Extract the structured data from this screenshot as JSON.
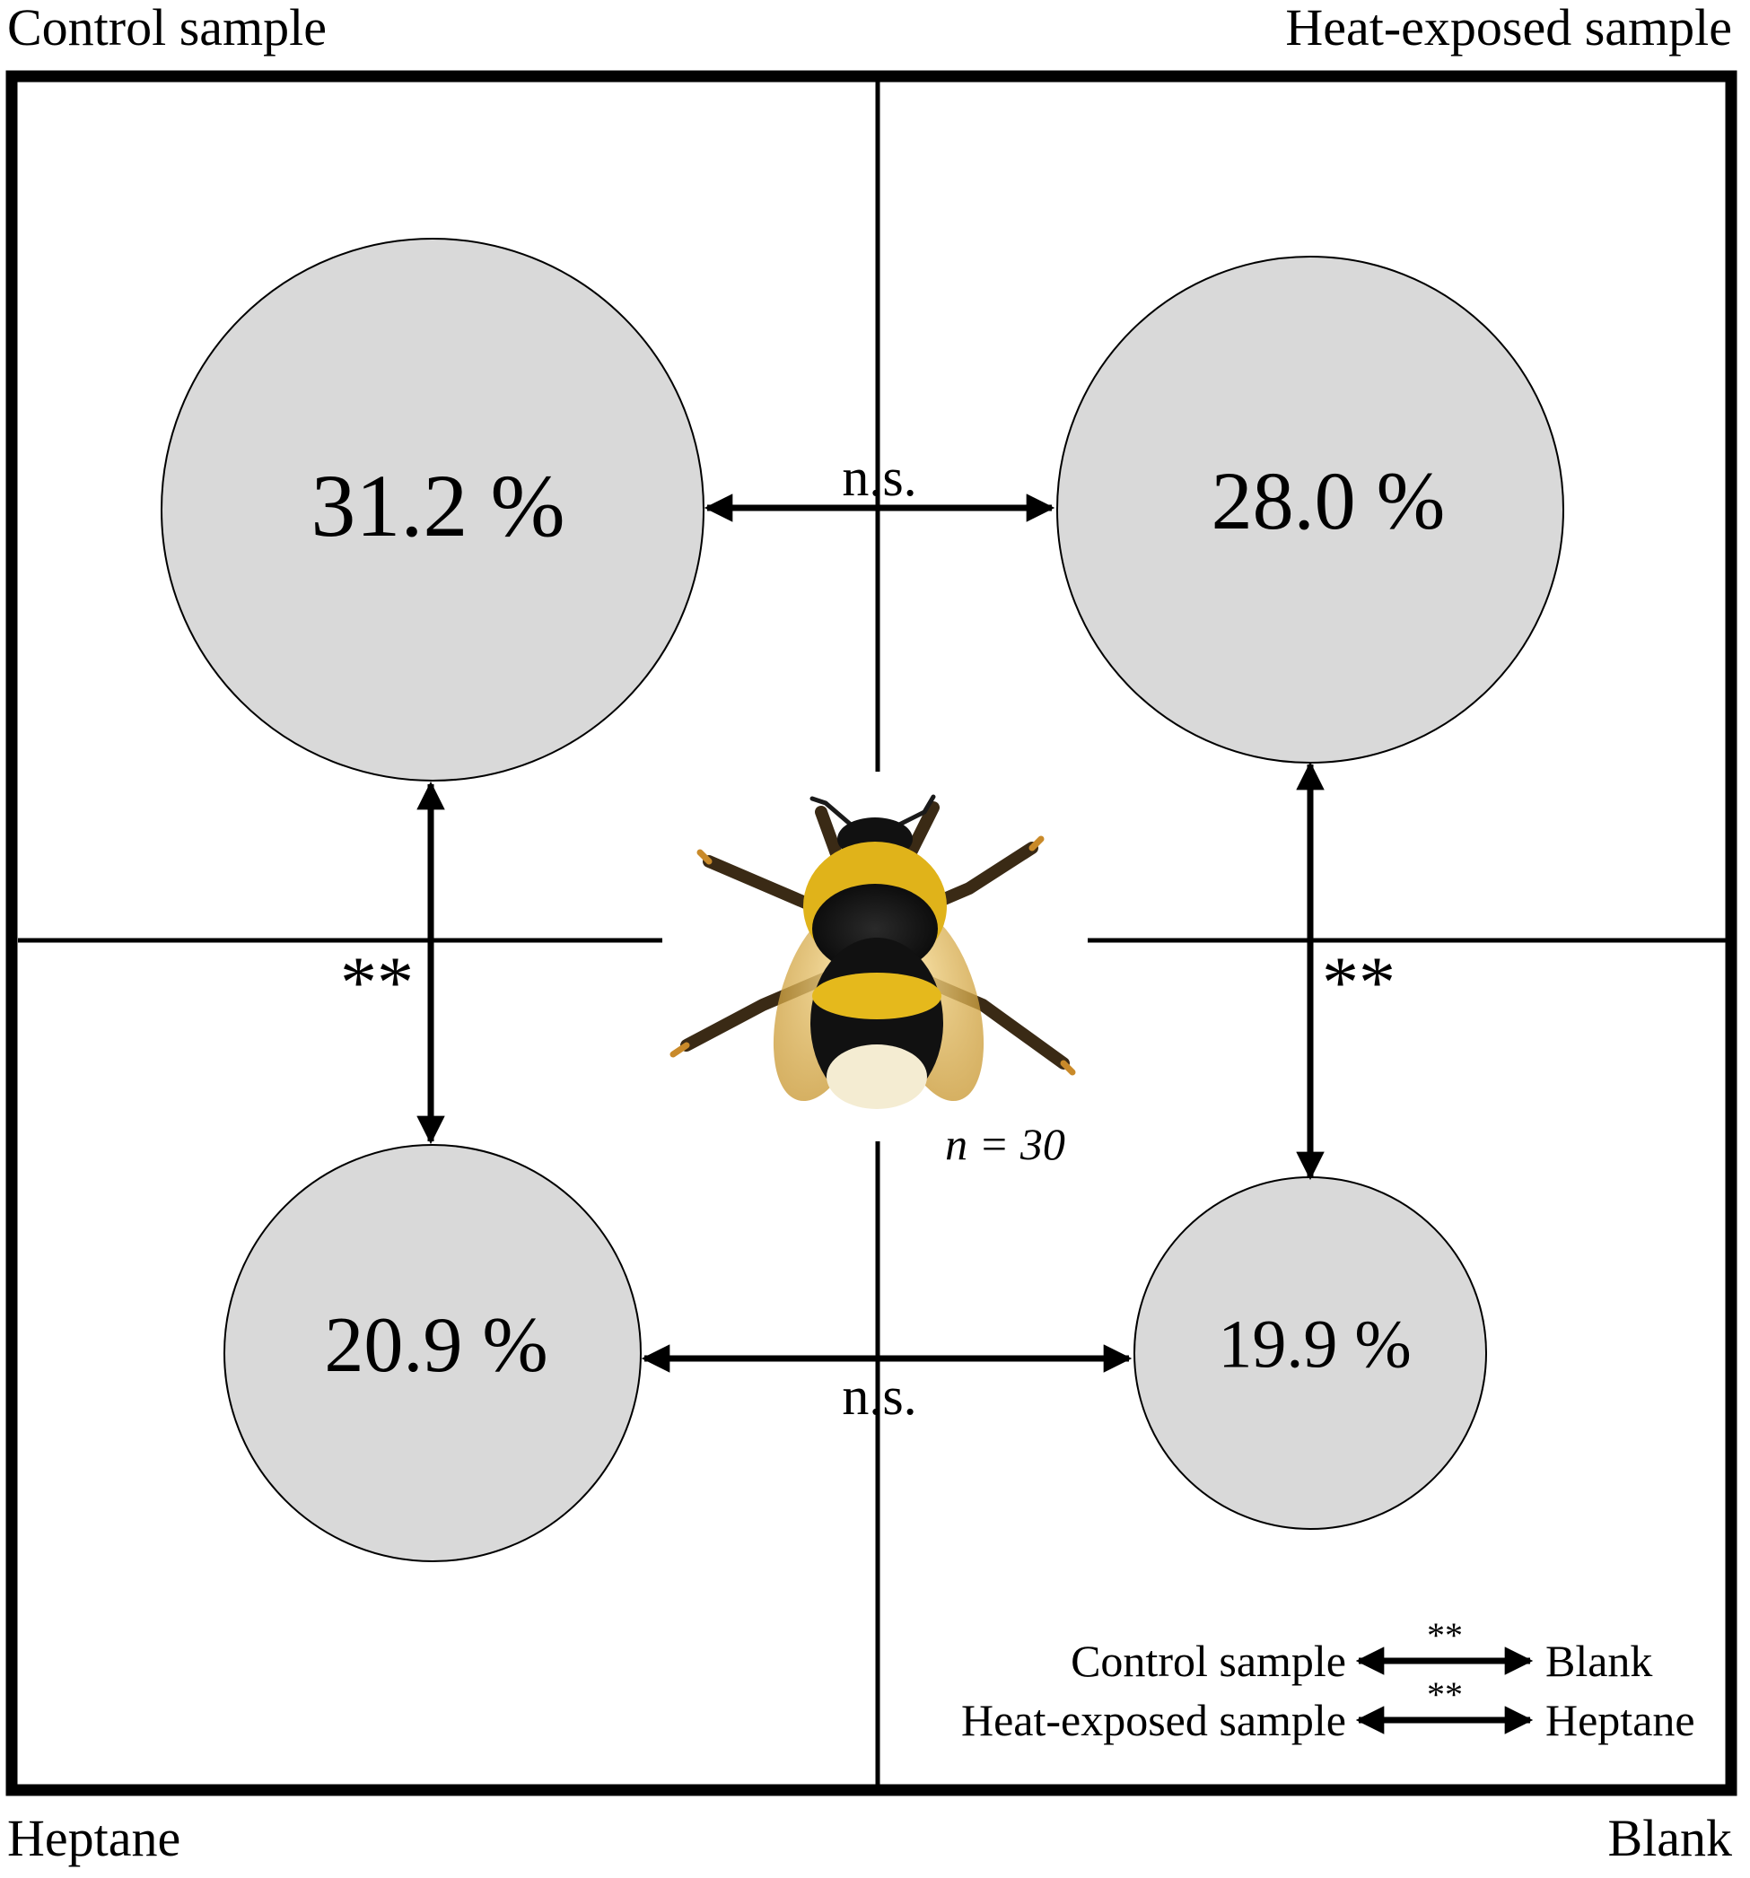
{
  "corner_labels": {
    "top_left": "Control sample",
    "top_right": "Heat-exposed sample",
    "bottom_left": "Heptane",
    "bottom_right": "Blank"
  },
  "circles": {
    "control": "31.2 %",
    "heat_exposed": "28.0 %",
    "heptane": "20.9 %",
    "blank": "19.9 %"
  },
  "comparisons": {
    "top": "n.s.",
    "bottom": "n.s.",
    "left": "**",
    "right": "**"
  },
  "sample_size": "n = 30",
  "legend": [
    {
      "left": "Control sample",
      "sig": "**",
      "right": "Blank"
    },
    {
      "left": "Heat-exposed sample",
      "sig": "**",
      "right": "Heptane"
    }
  ],
  "colors": {
    "circle_fill": "#d9d9d9",
    "line": "#000000"
  },
  "icons": {
    "center_image": "bumblebee"
  }
}
